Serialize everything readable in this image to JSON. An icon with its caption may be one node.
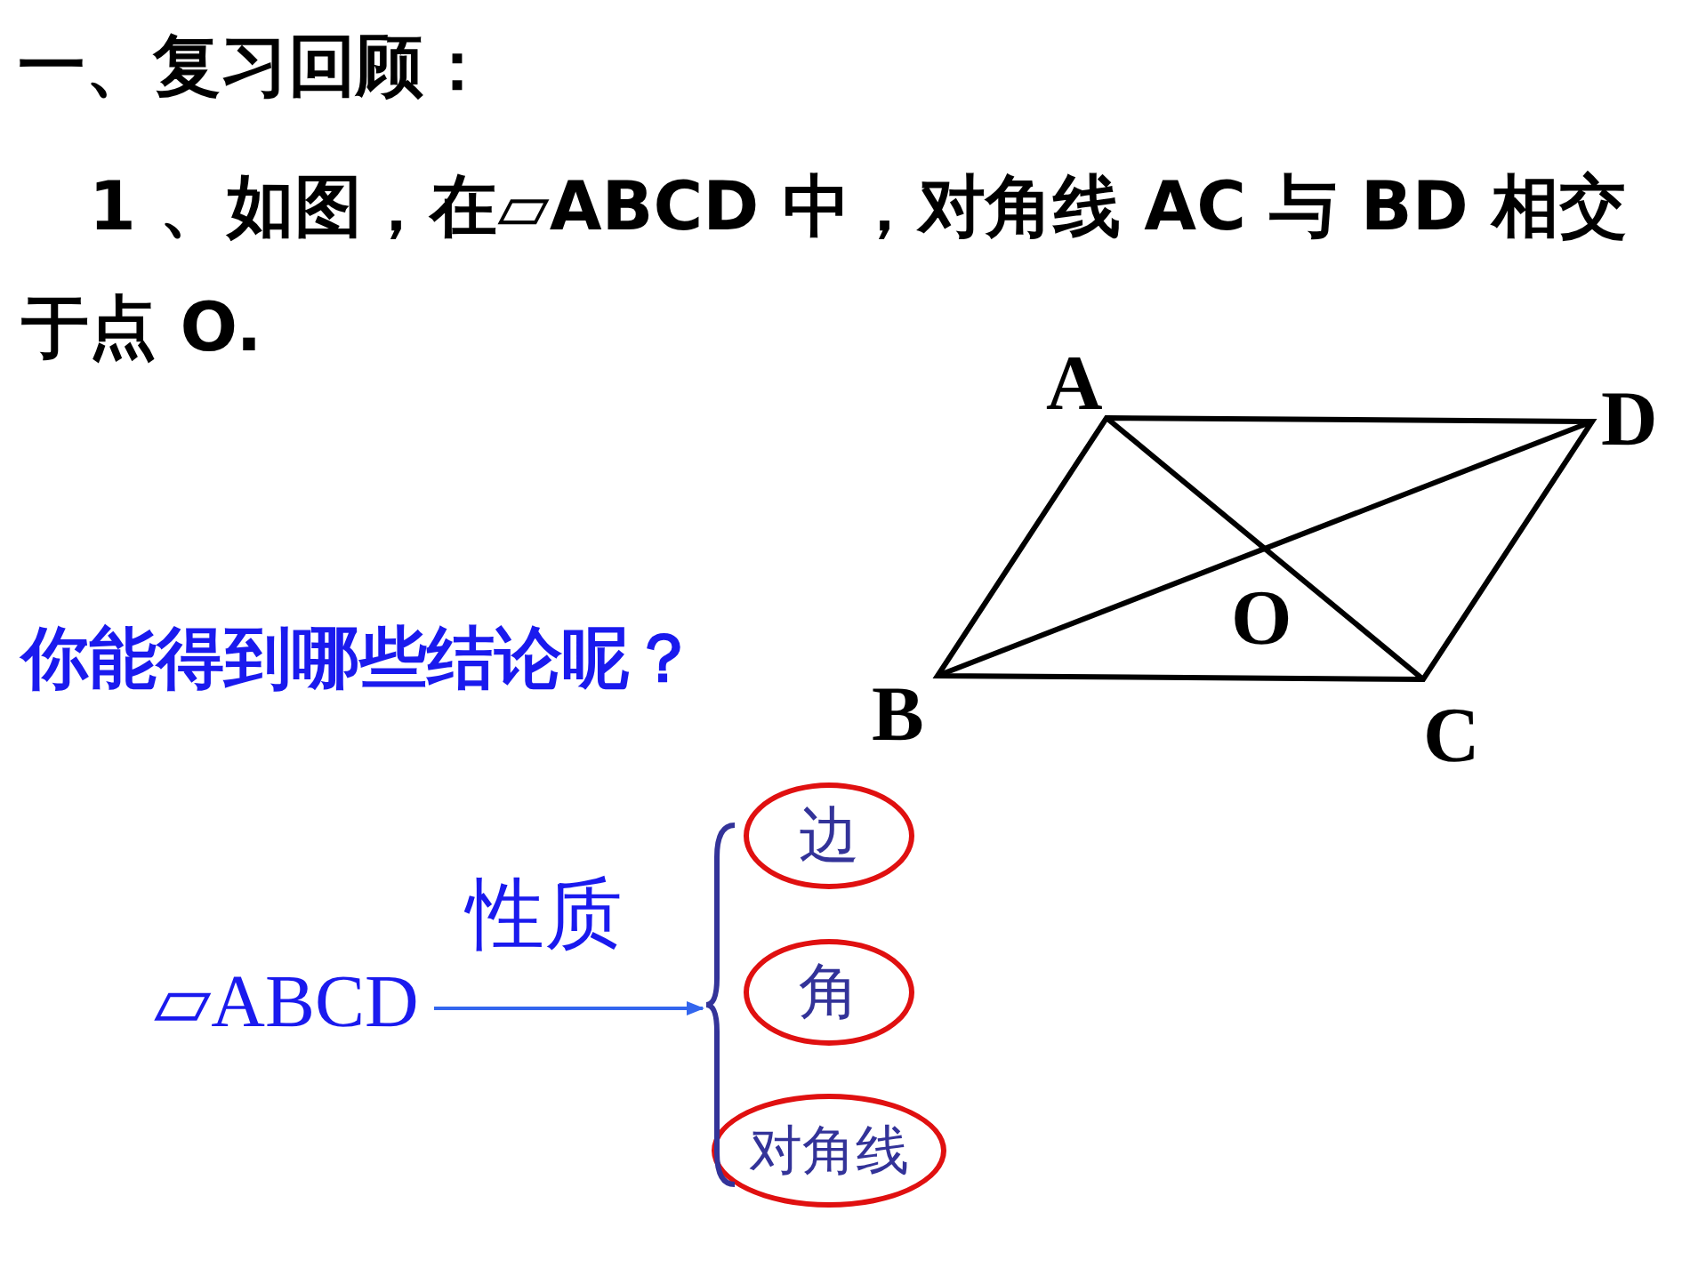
{
  "diagram": {
    "title": "一、复习回顾：",
    "nodes": [
      {
        "text": [
          "▱ABCD"
        ]
      },
      {
        "text": [
          "边"
        ]
      },
      {
        "text": [
          "角"
        ]
      },
      {
        "text": [
          "对角线"
        ]
      },
      {
        "text": [],
        "shape": "brace"
      }
    ],
    "edges": [
      {
        "from": 0,
        "to": 4,
        "label": "性质",
        "arrow": "to"
      }
    ],
    "labels": [
      "1 、如图，在▱ABCD 中，对角线 AC 与 BD 相交于点 O.",
      "A",
      "D",
      "O",
      "你能得到哪些结论呢？",
      "B",
      "C"
    ]
  }
}
